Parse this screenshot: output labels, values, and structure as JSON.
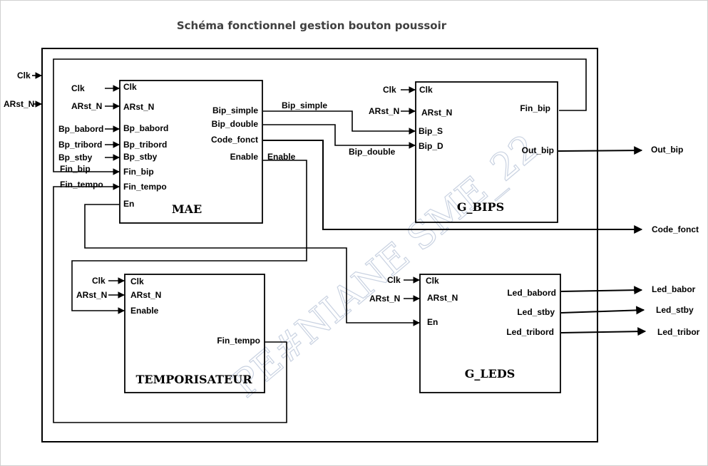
{
  "title": "Schéma fonctionnel gestion bouton poussoir",
  "watermark": "PE#NIANE SME_22",
  "inputs": {
    "clk": "Clk",
    "arst": "ARst_N"
  },
  "blocks": {
    "mae": {
      "name": "MAE",
      "ext_inputs": [
        "Clk",
        "ARst_N",
        "Bp_babord",
        "Bp_tribord",
        "Bp_stby",
        "Fin_bip",
        "Fin_tempo"
      ],
      "ports_in": [
        "Clk",
        "ARst_N",
        "Bp_babord",
        "Bp_tribord",
        "Bp_stby",
        "Fin_bip",
        "Fin_tempo",
        "En"
      ],
      "ports_out": [
        "Bip_simple",
        "Bip_double",
        "Code_fonct",
        "Enable"
      ]
    },
    "gbips": {
      "name": "G_BIPS",
      "ext_inputs": [
        "Clk",
        "ARst_N"
      ],
      "ports_in": [
        "Clk",
        "ARst_N",
        "Bip_S",
        "Bip_D"
      ],
      "ports_out": [
        "Fin_bip",
        "Out_bip"
      ]
    },
    "tempo": {
      "name": "TEMPORISATEUR",
      "ext_inputs": [
        "Clk",
        "ARst_N"
      ],
      "ports_in": [
        "Clk",
        "ARst_N",
        "Enable"
      ],
      "ports_out": [
        "Fin_tempo"
      ]
    },
    "gleds": {
      "name": "G_LEDS",
      "ext_inputs": [
        "Clk",
        "ARst_N"
      ],
      "ports_in": [
        "Clk",
        "ARst_N",
        "En"
      ],
      "ports_out": [
        "Led_babord",
        "Led_stby",
        "Led_tribord"
      ]
    }
  },
  "wires": {
    "bip_simple": "Bip_simple",
    "bip_double": "Bip_double",
    "enable": "Enable"
  },
  "outputs": [
    "Out_bip",
    "Code_fonct",
    "Led_babor",
    "Led_stby",
    "Led_tribor"
  ]
}
